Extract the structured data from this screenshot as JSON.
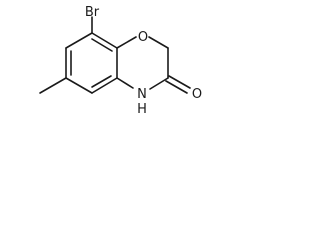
{
  "atoms": {
    "bromine": "Br",
    "ring_oxygen": "O",
    "ring_nh": "N",
    "amide_h": "H",
    "carbonyl_oxygen": "O"
  }
}
